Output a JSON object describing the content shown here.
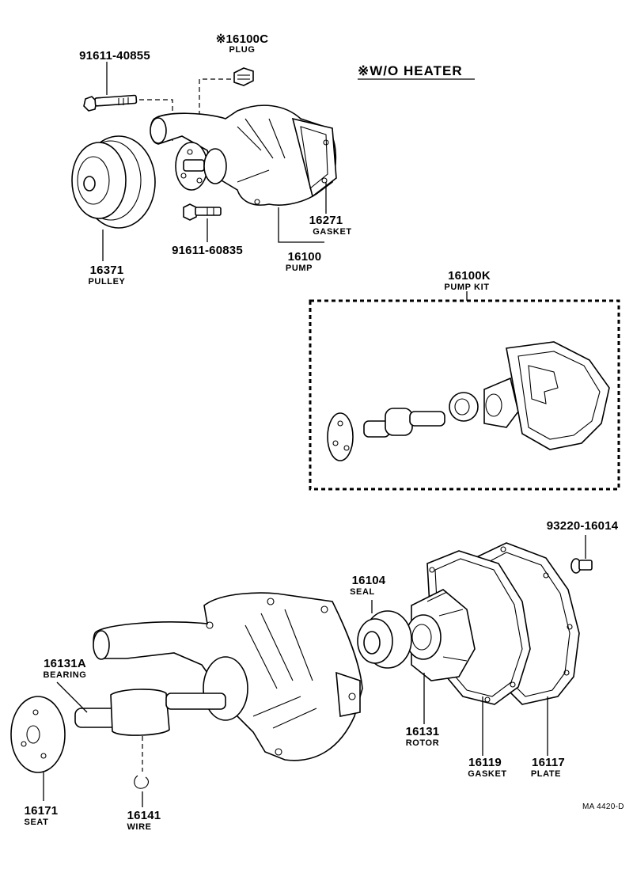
{
  "heater_note": "※W/O HEATER",
  "footer_ref": "MA 4420-D",
  "parts": {
    "plug": {
      "number": "※16100C",
      "name": "PLUG"
    },
    "bolt_upper": {
      "number": "91611-40855"
    },
    "bolt_lower": {
      "number": "91611-60835"
    },
    "gasket_top": {
      "number": "16271",
      "name": "GASKET"
    },
    "pump": {
      "number": "16100",
      "name": "PUMP"
    },
    "pulley": {
      "number": "16371",
      "name": "PULLEY"
    },
    "pump_kit": {
      "number": "16100K",
      "name": "PUMP KIT"
    },
    "screw": {
      "number": "93220-16014"
    },
    "seal": {
      "number": "16104",
      "name": "SEAL"
    },
    "bearing": {
      "number": "16131A",
      "name": "BEARING"
    },
    "rotor": {
      "number": "16131",
      "name": "ROTOR"
    },
    "gasket": {
      "number": "16119",
      "name": "GASKET"
    },
    "plate": {
      "number": "16117",
      "name": "PLATE"
    },
    "seat": {
      "number": "16171",
      "name": "SEAT"
    },
    "wire": {
      "number": "16141",
      "name": "WIRE"
    }
  }
}
